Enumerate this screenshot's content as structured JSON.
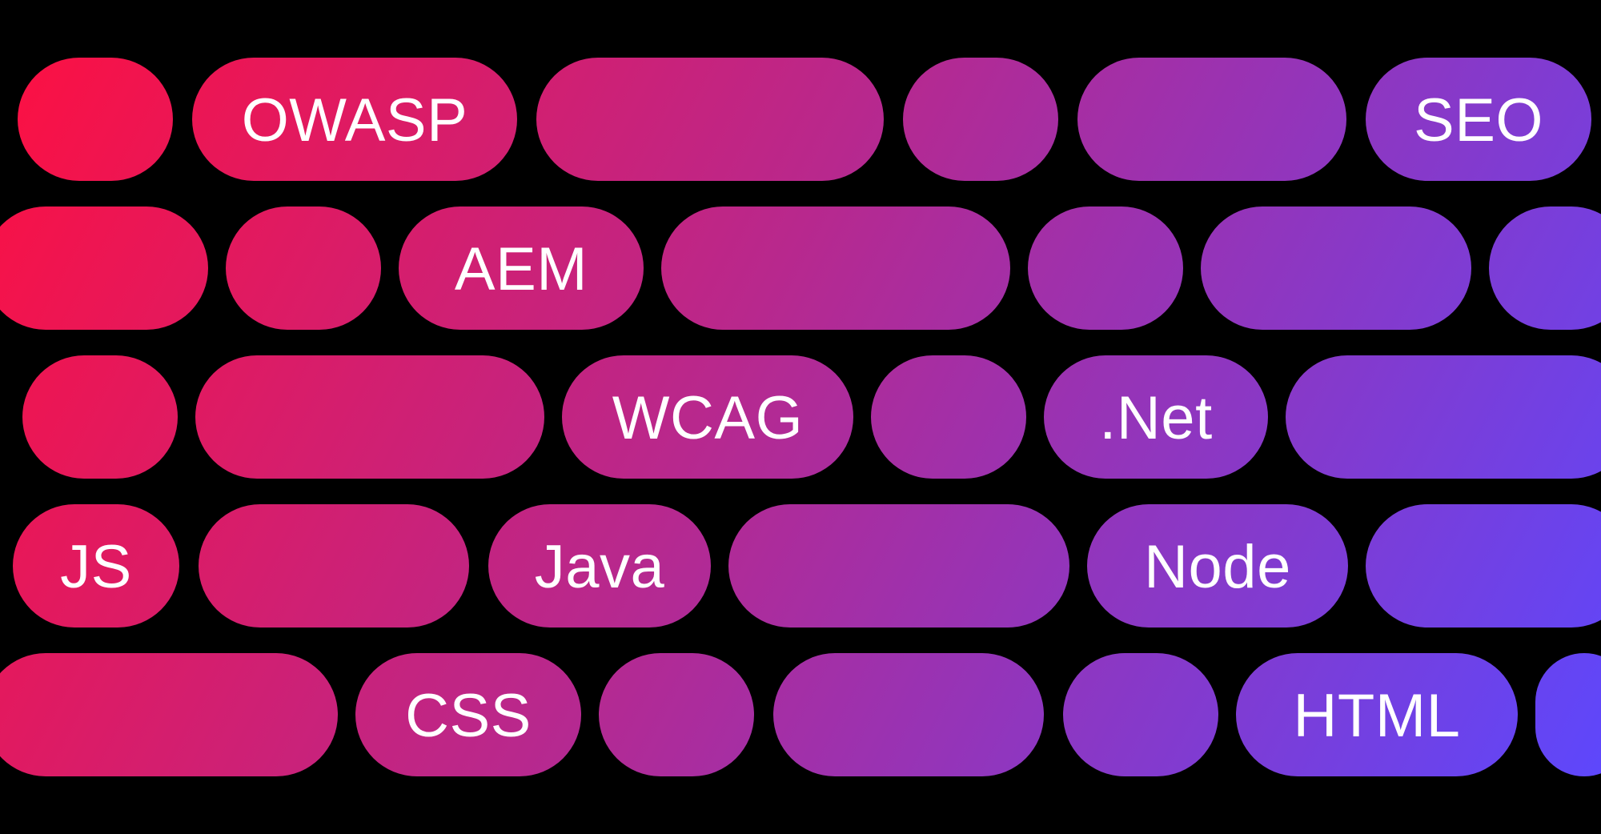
{
  "colors": {
    "background": "#000000",
    "gradient_start": "#ff0f3f",
    "gradient_mid": "#b8288d",
    "gradient_end": "#5b48ff",
    "label": "#ffffff"
  },
  "rows": [
    {
      "pills": [
        {
          "label": ""
        },
        {
          "label": "OWASP"
        },
        {
          "label": ""
        },
        {
          "label": ""
        },
        {
          "label": ""
        },
        {
          "label": "SEO"
        }
      ]
    },
    {
      "pills": [
        {
          "label": ""
        },
        {
          "label": ""
        },
        {
          "label": "AEM"
        },
        {
          "label": ""
        },
        {
          "label": ""
        },
        {
          "label": ""
        },
        {
          "label": ""
        }
      ]
    },
    {
      "pills": [
        {
          "label": ""
        },
        {
          "label": ""
        },
        {
          "label": "WCAG"
        },
        {
          "label": ""
        },
        {
          "label": ".Net"
        },
        {
          "label": ""
        }
      ]
    },
    {
      "pills": [
        {
          "label": "JS"
        },
        {
          "label": ""
        },
        {
          "label": "Java"
        },
        {
          "label": ""
        },
        {
          "label": "Node"
        },
        {
          "label": ""
        }
      ]
    },
    {
      "pills": [
        {
          "label": ""
        },
        {
          "label": "CSS"
        },
        {
          "label": ""
        },
        {
          "label": ""
        },
        {
          "label": ""
        },
        {
          "label": "HTML"
        },
        {
          "label": ""
        }
      ]
    }
  ]
}
